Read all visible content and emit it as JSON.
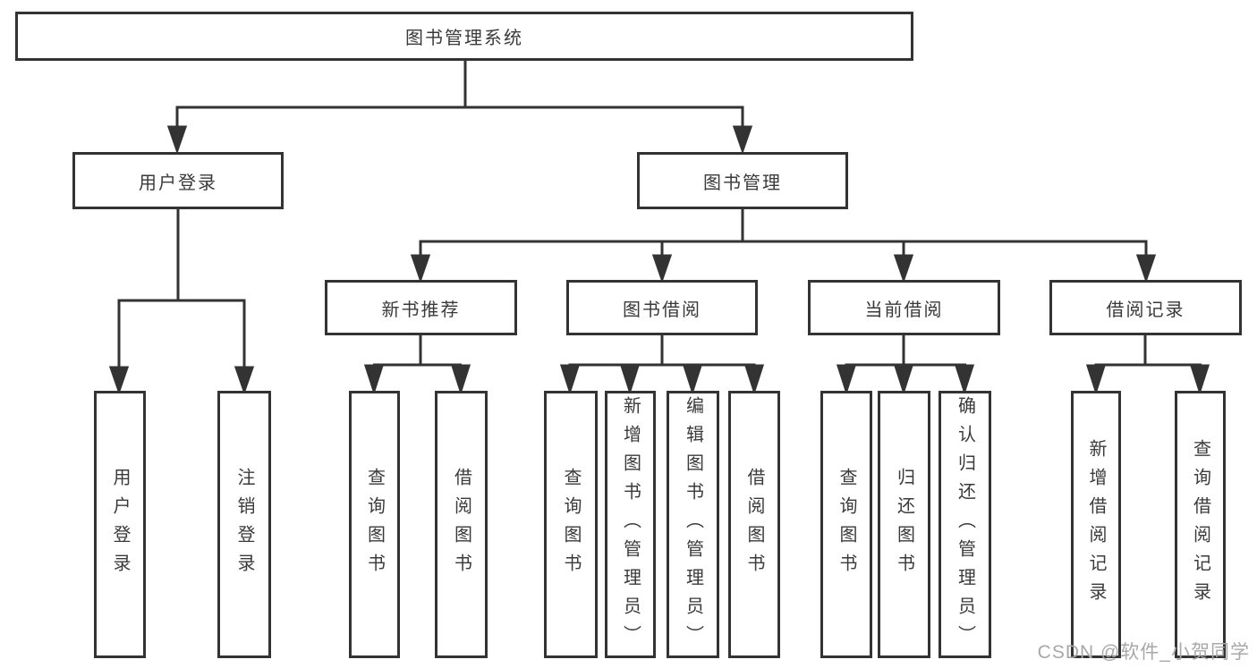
{
  "diagram": {
    "root": "图书管理系统",
    "level2": [
      "用户登录",
      "图书管理"
    ],
    "level3": [
      "新书推荐",
      "图书借阅",
      "当前借阅",
      "借阅记录"
    ],
    "leaves": {
      "user_login": [
        "用户登录",
        "注销登录"
      ],
      "new_book_recommendation": [
        "查询图书",
        "借阅图书"
      ],
      "book_borrowing": [
        "查询图书",
        "新增图书（管理员）",
        "编辑图书（管理员）",
        "借阅图书"
      ],
      "current_borrowing": [
        "查询图书",
        "归还图书",
        "确认归还（管理员）"
      ],
      "borrowing_records": [
        "新增借阅记录",
        "查询借阅记录"
      ]
    }
  },
  "watermark": "CSDN @软件_小贺同学",
  "colors": {
    "line": "#333333",
    "text": "#3a3a3a",
    "background": "#ffffff",
    "watermark": "#a8a8a8"
  }
}
